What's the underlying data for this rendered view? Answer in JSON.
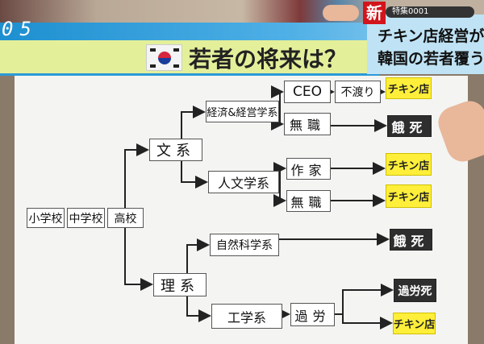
{
  "clock": "05",
  "title": "若者の将来は？",
  "news": {
    "badge": "新",
    "tag": "特集0001",
    "line1": "チキン店経営が",
    "line2": "韓国の若者覆う"
  },
  "nodes": {
    "elementary": "小学校",
    "middle": "中学校",
    "high": "高校",
    "humanities": "文系",
    "science": "理系",
    "econ": "経済&経営学系",
    "letters": "人文学系",
    "natsci": "自然科学系",
    "eng": "工学系",
    "ceo": "CEO",
    "unemployed1": "無職",
    "bounce": "不渡り",
    "writer": "作家",
    "unemployed2": "無職",
    "overwork": "過労",
    "starve1": "餓死",
    "starve2": "餓死",
    "karoshi": "過労死",
    "chicken1": "チキン店",
    "chicken2": "チキン店",
    "chicken3": "チキン店",
    "chicken4": "チキン店"
  }
}
